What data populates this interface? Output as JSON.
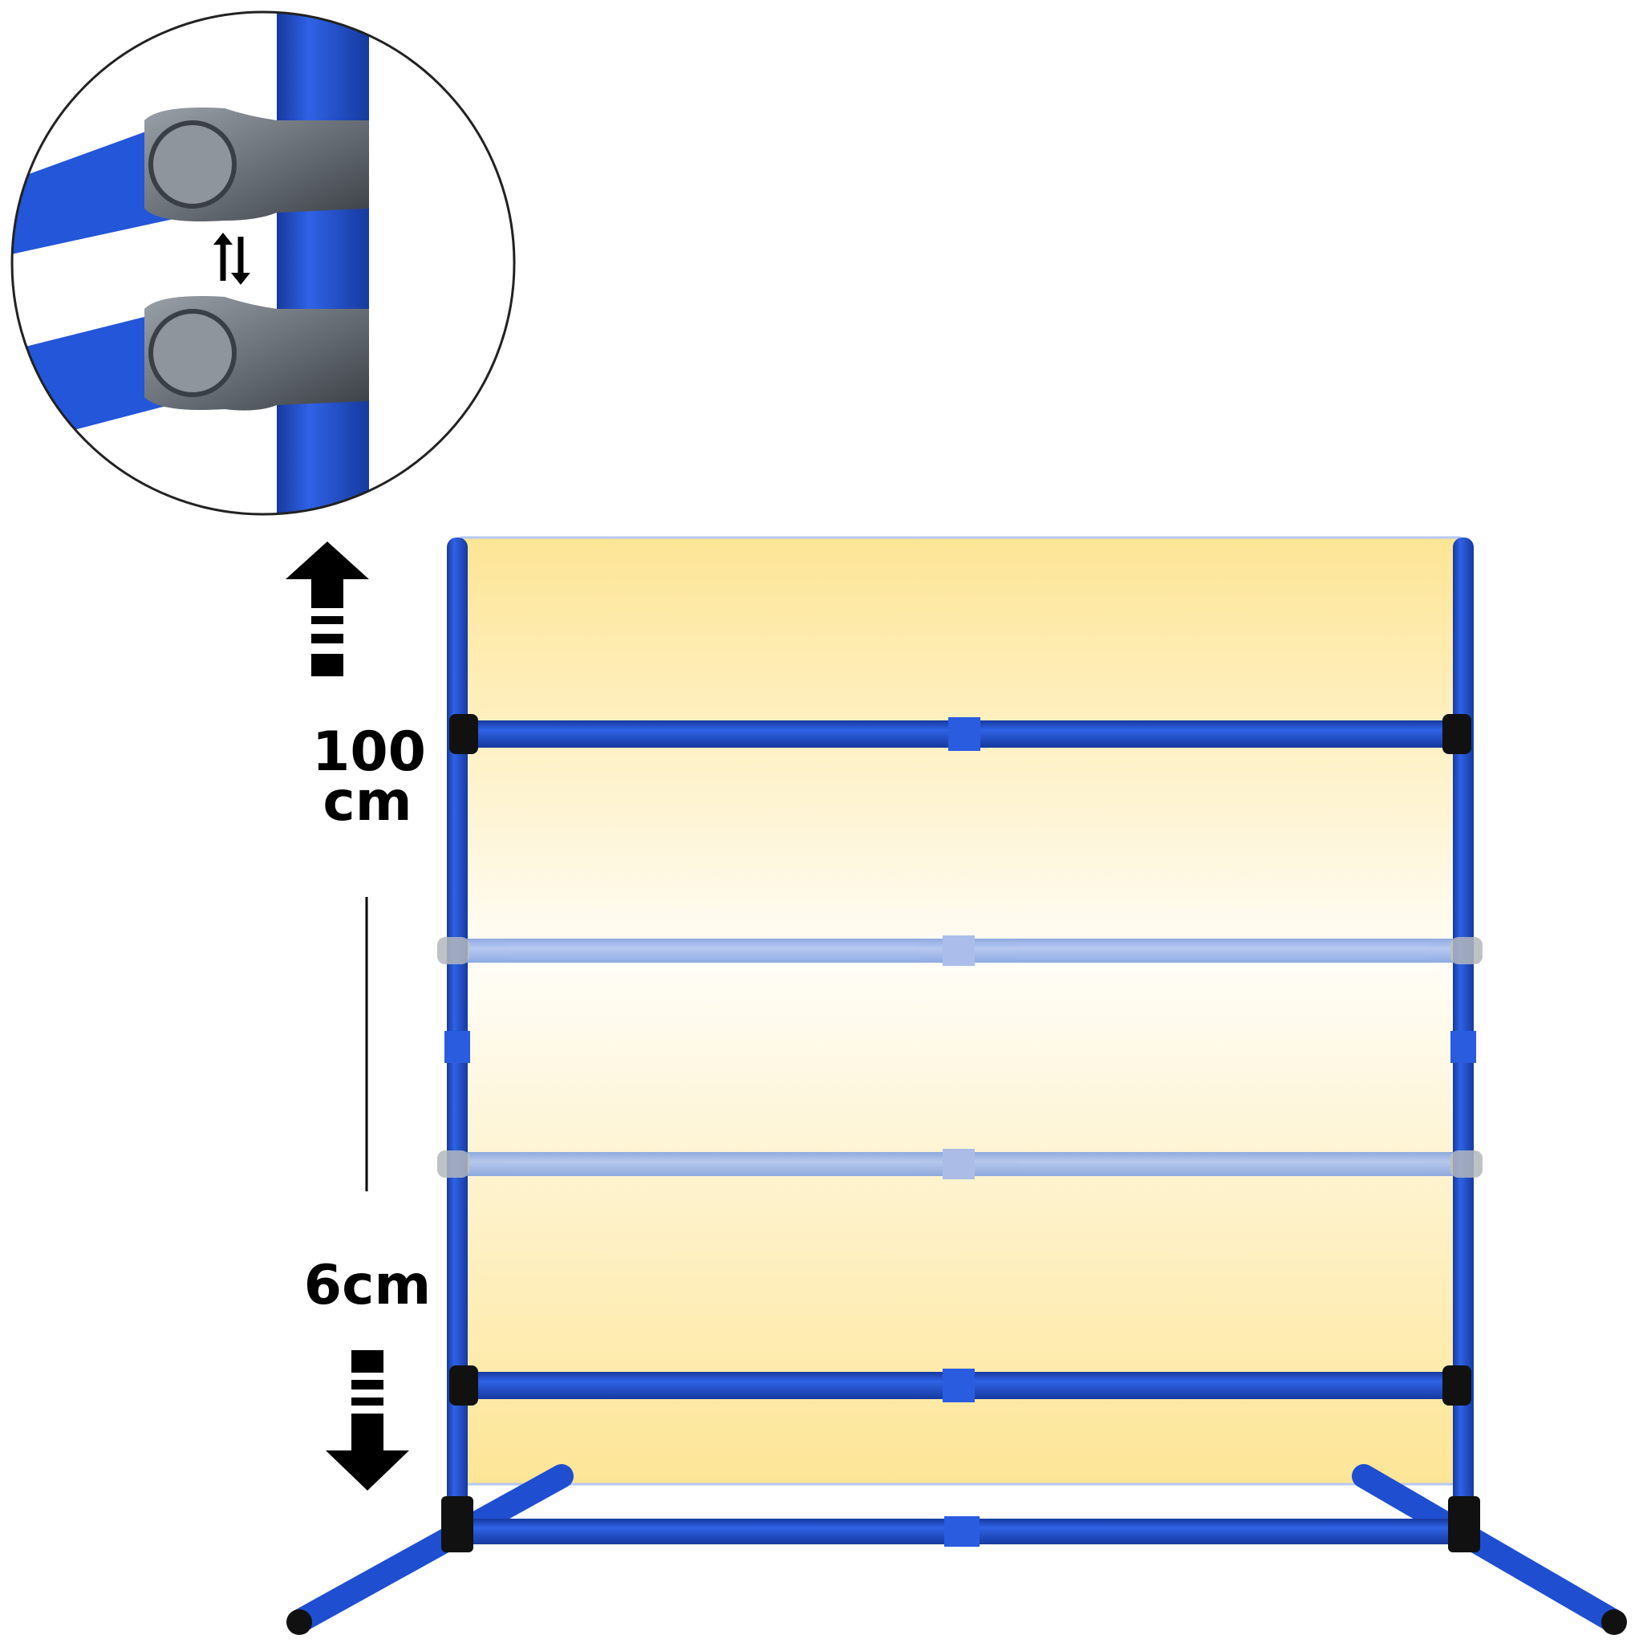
{
  "labels": {
    "height_max_value": "100",
    "height_max_unit": "cm",
    "height_min": "6cm"
  },
  "colors": {
    "pole_blue": "#1f4fd0",
    "pole_blue_dark": "#163a9e",
    "pole_blue_light": "#4a7df0",
    "ghost_blue": "#8aa9e8",
    "connector_black": "#111111",
    "clip_gray": "#6b7178",
    "panel_top": "#fde9a0",
    "panel_mid": "#fffdf6"
  },
  "icons": {
    "up_arrow": "dashed-up-arrow-icon",
    "down_arrow": "dashed-down-arrow-icon",
    "swap_arrows": "up-down-swap-arrows-icon",
    "zoom_detail": "clip-detail-magnifier"
  }
}
